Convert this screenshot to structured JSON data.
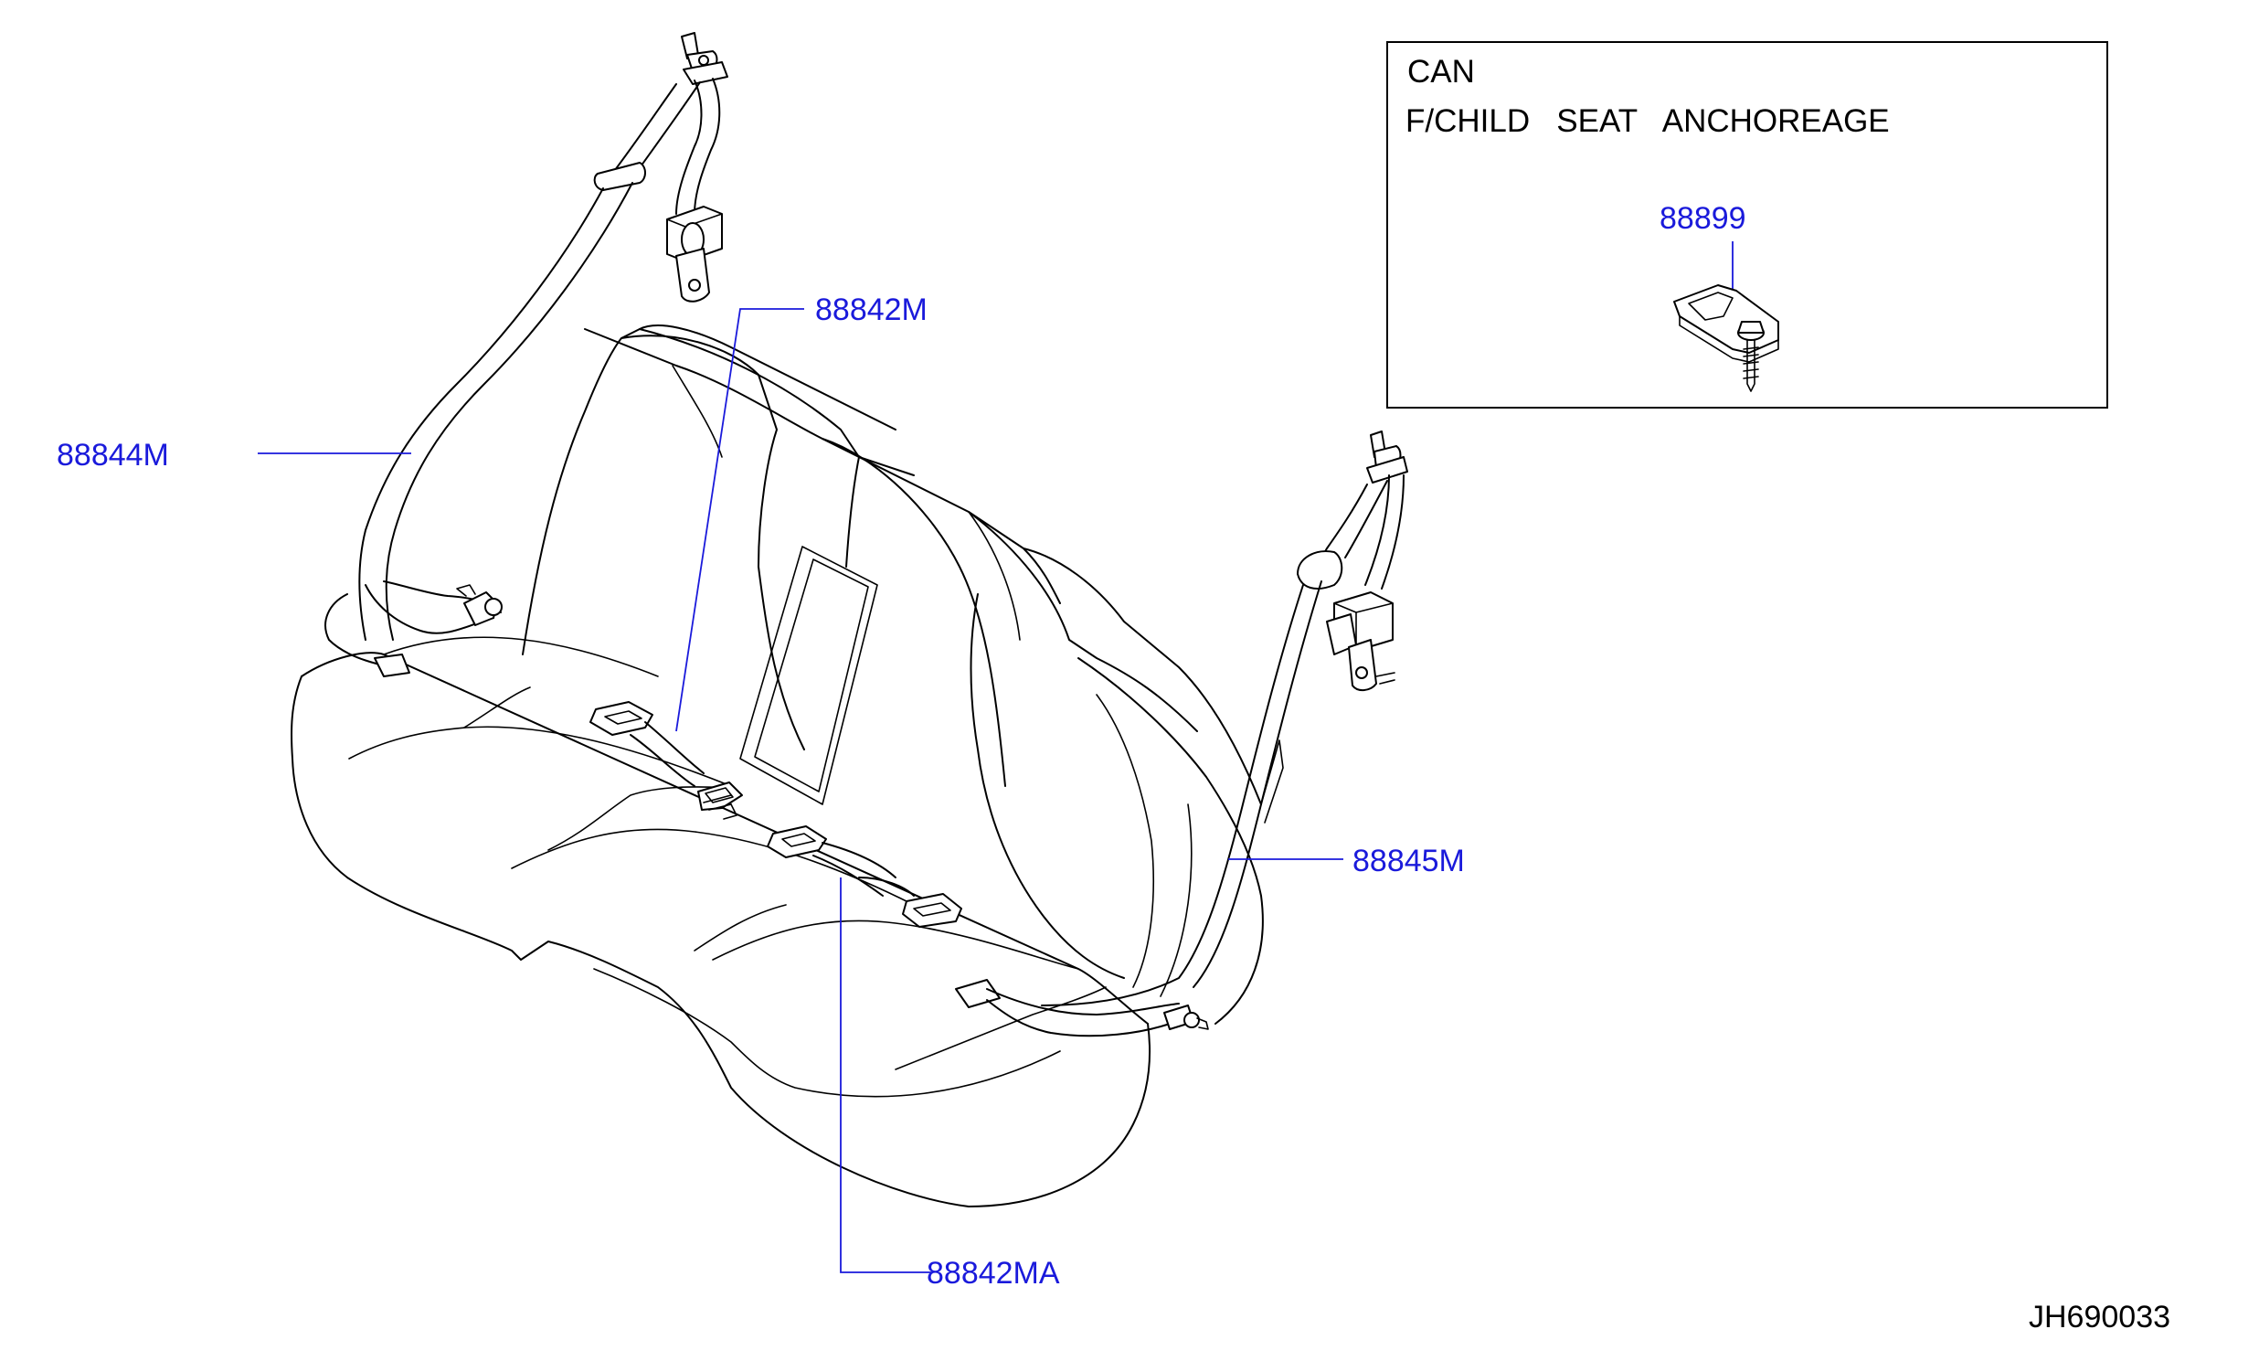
{
  "diagram": {
    "inset": {
      "line1": "CAN",
      "line2": "F/CHILD   SEAT   ANCHOREAGE",
      "part": "88899"
    },
    "callouts": {
      "seat_belt_center_buckle": "88842M",
      "seat_belt_left": "88844M",
      "seat_belt_right": "88845M",
      "seat_belt_center_lower": "88842MA"
    },
    "drawing_code": "JH690033",
    "colors": {
      "callout_text": "#1a1adb",
      "line_art": "#000000",
      "background": "#ffffff"
    }
  }
}
